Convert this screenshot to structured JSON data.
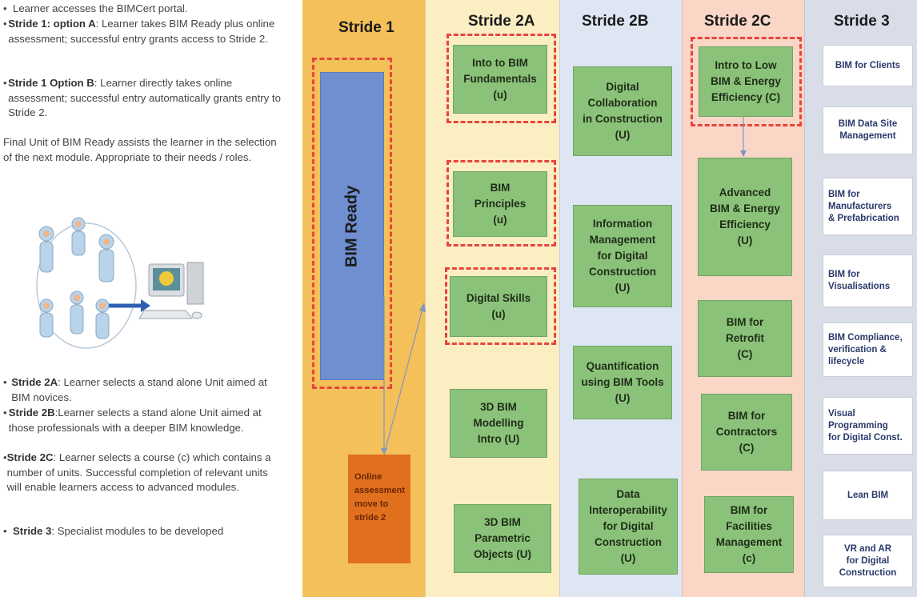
{
  "left_text": {
    "intro": [
      {
        "bold": "",
        "text": "Learner accesses the BIMCert portal."
      },
      {
        "bold": "Stride 1: option A",
        "text": ": Learner takes BIM Ready plus online assessment; successful entry grants access to Stride 2."
      },
      {
        "bold": "Stride 1 Option B",
        "text": ": Learner directly takes online assessment; successful entry automatically grants entry to Stride 2."
      }
    ],
    "final_note": "Final Unit of BIM Ready assists the learner in the selection of the next module. Appropriate to their needs  / roles.",
    "strides": [
      {
        "bold": "Stride 2A",
        "text": ": Learner selects a stand alone Unit aimed at BIM novices."
      },
      {
        "bold": "Stride 2B",
        "text": ":Learner selects a stand alone Unit aimed at those professionals with a deeper BIM knowledge."
      },
      {
        "bold": "Stride 2C",
        "text": ": Learner selects a course (c) which contains a number of units. Successful completion of relevant units will enable learners access to advanced modules."
      },
      {
        "bold": "Stride 3",
        "text": ": Specialist modules to be developed"
      }
    ]
  },
  "columns": {
    "stride1": {
      "header": "Stride 1",
      "bim_ready": "BIM Ready",
      "online_assessment": "Online assessment move to stride 2"
    },
    "stride2a": {
      "header": "Stride 2A",
      "boxes": [
        "Into to BIM\nFundamentals\n(u)",
        "BIM\nPrinciples\n(u)",
        "Digital Skills\n(u)",
        "3D BIM\nModelling\nIntro  (U)",
        "3D BIM\nParametric\nObjects (U)"
      ]
    },
    "stride2b": {
      "header": "Stride 2B",
      "boxes": [
        "Digital\nCollaboration\nin Construction\n(U)",
        "Information\nManagement\nfor Digital\nConstruction\n(U)",
        "Quantification\nusing BIM Tools\n(U)",
        "Data\nInteroperability\nfor Digital\nConstruction\n(U)"
      ]
    },
    "stride2c": {
      "header": "Stride 2C",
      "boxes": [
        "Intro to Low\nBIM & Energy\nEfficiency (C)",
        "Advanced\nBIM & Energy\nEfficiency\n(U)",
        "BIM for\nRetrofit\n(C)",
        "BIM for\nContractors\n(C)",
        "BIM for\nFacilities\nManagement\n(c)"
      ]
    },
    "stride3": {
      "header": "Stride 3",
      "boxes": [
        "BIM for Clients",
        "BIM Data Site\nManagement",
        "BIM for\nManufacturers\n& Prefabrication",
        "BIM for\nVisualisations",
        "BIM Compliance,\nverification &\nlifecycle",
        "Visual\nProgramming\nfor Digital Const.",
        "Lean BIM",
        "VR and AR\nfor Digital\nConstruction"
      ]
    }
  },
  "colors": {
    "stride1_bg": "#f4c05a",
    "stride2a_bg": "#fbeec3",
    "stride2b_bg": "#dfe6f3",
    "stride2c_bg": "#f9d6c6",
    "stride3_bg": "#d8dde8",
    "box_green": "#8bc27a",
    "bim_ready_blue": "#6f8fd1",
    "assessment_orange": "#e0701e",
    "dashed_red": "#e8453c"
  }
}
